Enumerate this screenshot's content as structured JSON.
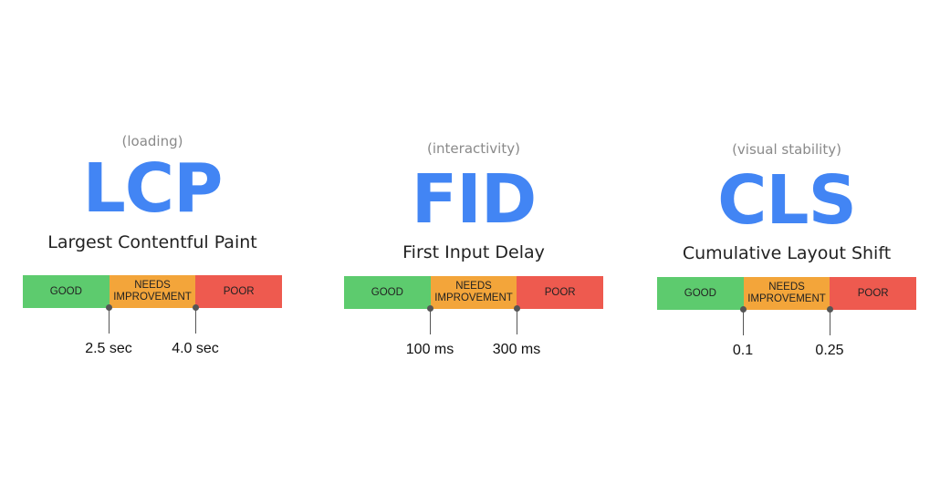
{
  "metrics": [
    {
      "category": "(loading)",
      "abbr": "LCP",
      "name": "Largest Contentful Paint",
      "segments": {
        "good": "GOOD",
        "needs": "NEEDS IMPROVEMENT",
        "poor": "POOR"
      },
      "thresholds": [
        "2.5 sec",
        "4.0 sec"
      ]
    },
    {
      "category": "(interactivity)",
      "abbr": "FID",
      "name": "First Input Delay",
      "segments": {
        "good": "GOOD",
        "needs": "NEEDS IMPROVEMENT",
        "poor": "POOR"
      },
      "thresholds": [
        "100 ms",
        "300 ms"
      ]
    },
    {
      "category": "(visual stability)",
      "abbr": "CLS",
      "name": "Cumulative Layout Shift",
      "segments": {
        "good": "GOOD",
        "needs": "NEEDS IMPROVEMENT",
        "poor": "POOR"
      },
      "thresholds": [
        "0.1",
        "0.25"
      ]
    }
  ],
  "colors": {
    "accent": "#4285f4",
    "good": "#5dcb6e",
    "needs_improvement": "#f3a53a",
    "poor": "#ee5a4f"
  }
}
